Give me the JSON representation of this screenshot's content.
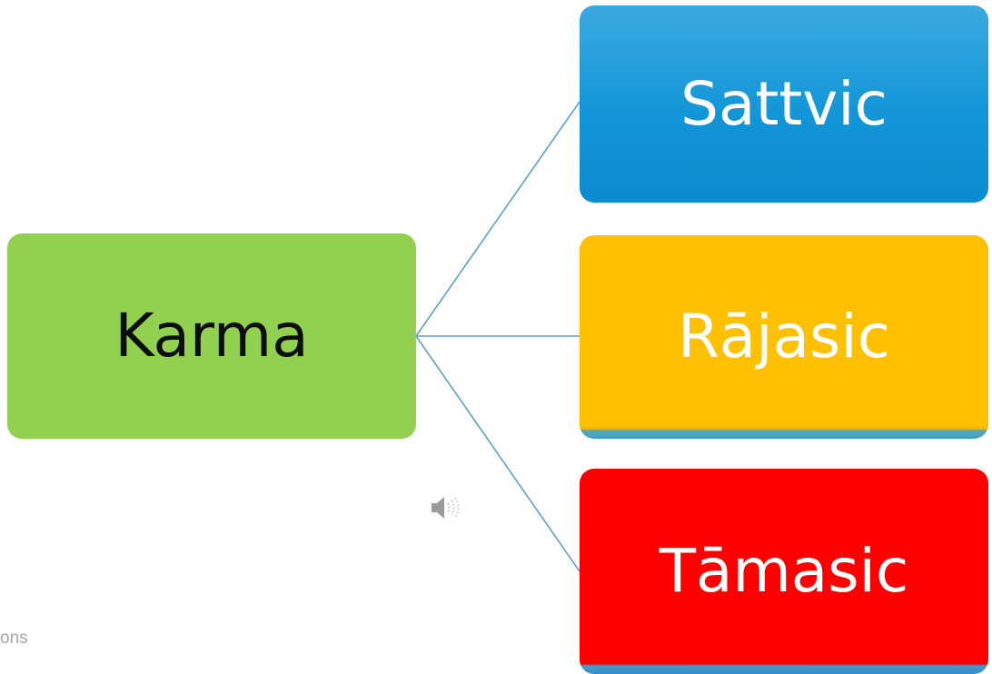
{
  "diagram": {
    "root": {
      "label": "Karma",
      "color": "#92d050",
      "text_color": "#0d0d0d"
    },
    "branches": [
      {
        "label": "Sattvic",
        "color": "#1296d8",
        "text_color": "#ffffff"
      },
      {
        "label": "Rājasic",
        "color": "#fec000",
        "text_color": "#ffffff"
      },
      {
        "label": "Tāmasic",
        "color": "#ff0000",
        "text_color": "#ffffff"
      }
    ],
    "connector_color": "#5b9fc9"
  },
  "audio": {
    "icon": "speaker-icon"
  },
  "footer": {
    "text": "ons"
  }
}
